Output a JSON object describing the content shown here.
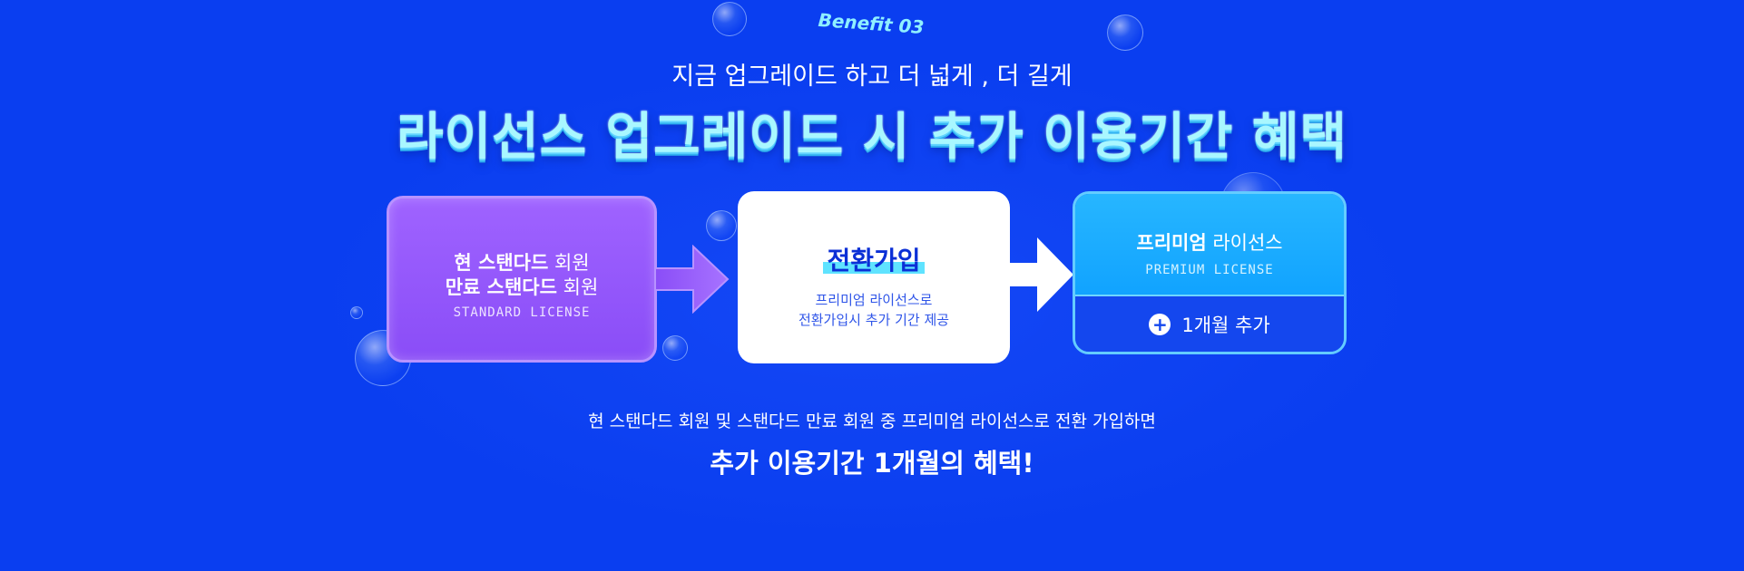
{
  "badge": "Benefit 03",
  "subtitle": "지금 업그레이드 하고 더 넓게 , 더 길게",
  "title": "라이선스 업그레이드 시 추가 이용기간 혜택",
  "standard_card": {
    "line1_bold": "현 스탠다드",
    "line1_rest": " 회원",
    "line2_bold": "만료 스탠다드",
    "line2_rest": " 회원",
    "license": "STANDARD LICENSE",
    "color": "#8a4df7"
  },
  "switch_card": {
    "title": "전환가입",
    "desc_line1": "프리미엄 라이선스로",
    "desc_line2": "전환가입시 추가 기간 제공"
  },
  "premium_card": {
    "name_bold": "프리미엄",
    "name_rest": " 라이선스",
    "license": "PREMIUM LICENSE",
    "benefit": "1개월 추가",
    "plus_icon": "+",
    "color": "#11a3ff"
  },
  "bottom": {
    "desc": "현 스탠다드 회원 및 스탠다드 만료 회원 중 프리미엄 라이선스로 전환 가입하면",
    "strong": "추가 이용기간 1개월의 혜택!"
  },
  "colors": {
    "background": "#0a3ef0",
    "title": "#a9f7ff"
  }
}
